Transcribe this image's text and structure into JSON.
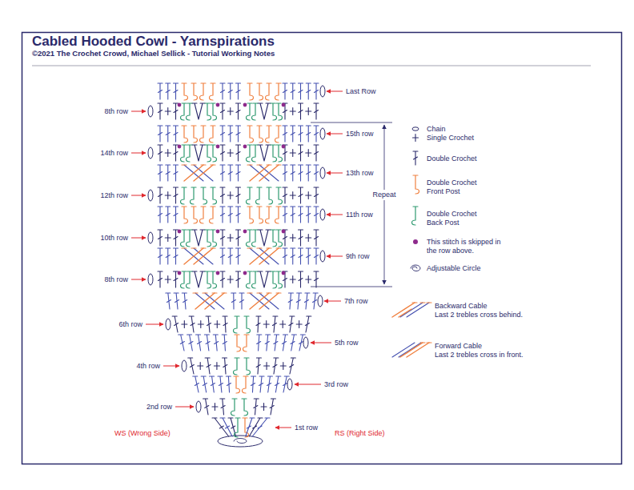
{
  "diagram": {
    "title": "Cabled Hooded Cowl - Yarnspirations",
    "caption": "©2021 The Crochet Crowd, Michael Sellick - Tutorial Working Notes",
    "labels": [
      "Last Row",
      "8th row",
      "15th row",
      "14th row",
      "13th row",
      "Repeat",
      "12th row",
      "11th row",
      "10th row",
      "9th row",
      "8th row",
      "7th row",
      "6th row",
      "5th row",
      "4th row",
      "3rd row",
      "2nd row",
      "1st row",
      "WS (Wrong Side)",
      "RS (Right Side)"
    ],
    "legend": [
      {
        "text": "Chain"
      },
      {
        "text": "Single Crochet"
      },
      {
        "text": "Double Crochet"
      },
      {
        "text": "Double Crochet Front Post"
      },
      {
        "text": "Double Crochet Back Post"
      },
      {
        "text": "This stitch is skipped in the row above.",
        "color": "#8e2a8c"
      },
      {
        "text": "Adjustable Circle"
      },
      {
        "text": "Backward Cable"
      },
      {
        "text": "Last 2 trebles cross behind."
      },
      {
        "text": "Forward Cable"
      },
      {
        "text": "Last 2 trebles cross in front."
      }
    ]
  }
}
